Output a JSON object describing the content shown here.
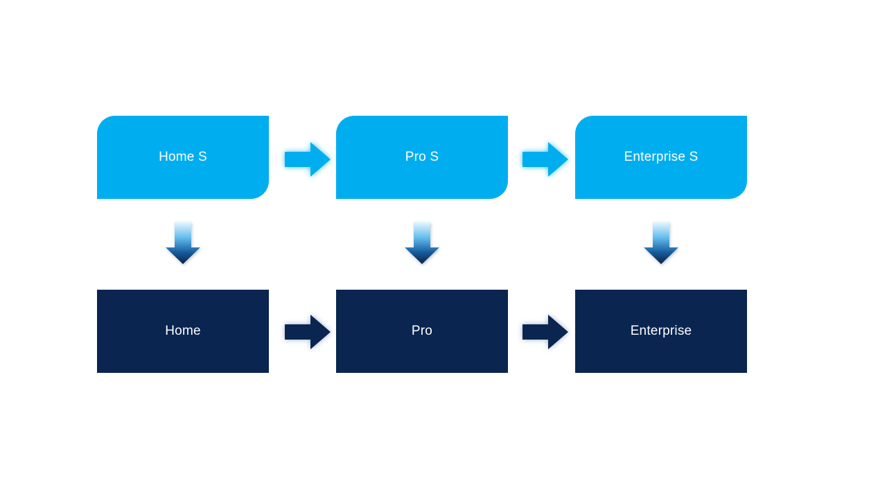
{
  "diagram": {
    "description": "Edition upgrade flow diagram",
    "columns": [
      {
        "top_label": "Home S",
        "bottom_label": "Home"
      },
      {
        "top_label": "Pro S",
        "bottom_label": "Pro"
      },
      {
        "top_label": "Enterprise S",
        "bottom_label": "Enterprise"
      }
    ],
    "colors": {
      "top_box": "#00AEEF",
      "bottom_box": "#0A2550",
      "background": "#FFFFFF",
      "text": "#FFFFFF",
      "down_arrow_gradient": [
        "#EAF8FE",
        "#62BCEC",
        "#175C9F",
        "#0A2444"
      ]
    },
    "icons": {
      "horizontal": "right-arrow-icon",
      "vertical": "down-arrow-icon"
    }
  }
}
